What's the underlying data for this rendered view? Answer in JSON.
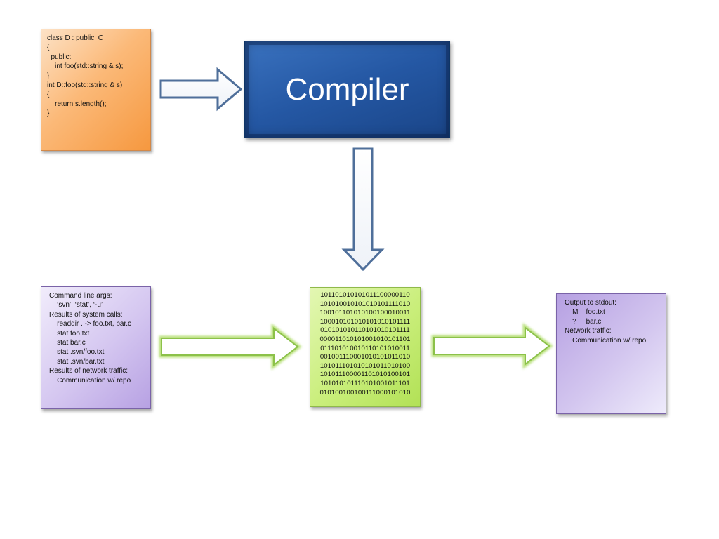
{
  "source_code": {
    "lines": [
      "class D : public  C",
      "{",
      "  public:",
      "    int foo(std::string & s);",
      "}",
      "",
      "int D::foo(std::string & s)",
      "{",
      "    return s.length();",
      "}"
    ]
  },
  "compiler": {
    "label": "Compiler"
  },
  "binary": {
    "lines": [
      "101101010101011100000110",
      "101010010101010101111010",
      "100101101010100100010011",
      "100010101010101010101111",
      "010101010110101010101111",
      "000011010101001010101101",
      "011101010010110101010011",
      "001001110001010101011010",
      "101011101010101011010100",
      "101011100001101010100101",
      "101010101110101001011101",
      "010100100100111000101010"
    ]
  },
  "inputs": {
    "lines": [
      "Command line args:",
      "    ‘svn’, ‘stat’, ‘-u’",
      "",
      "Results of system calls:",
      "    readdir . -> foo.txt, bar.c",
      "    stat foo.txt",
      "    stat bar.c",
      "    stat .svn/foo.txt",
      "    stat .svn/bar.txt",
      "",
      "Results of network traffic:",
      "    Communication w/ repo"
    ]
  },
  "outputs": {
    "lines": [
      "Output to stdout:",
      "    M    foo.txt",
      "    ?     bar.c",
      "",
      "Network traffic:",
      "    Communication w/ repo"
    ]
  },
  "colors": {
    "source_fill": "#fbb978",
    "compiler_fill": "#2457a3",
    "binary_fill": "#c9ee7a",
    "io_fill": "#d4c6f0",
    "blue_arrow_stroke": "#4f6f9a",
    "green_arrow_stroke": "#8cc14a"
  }
}
